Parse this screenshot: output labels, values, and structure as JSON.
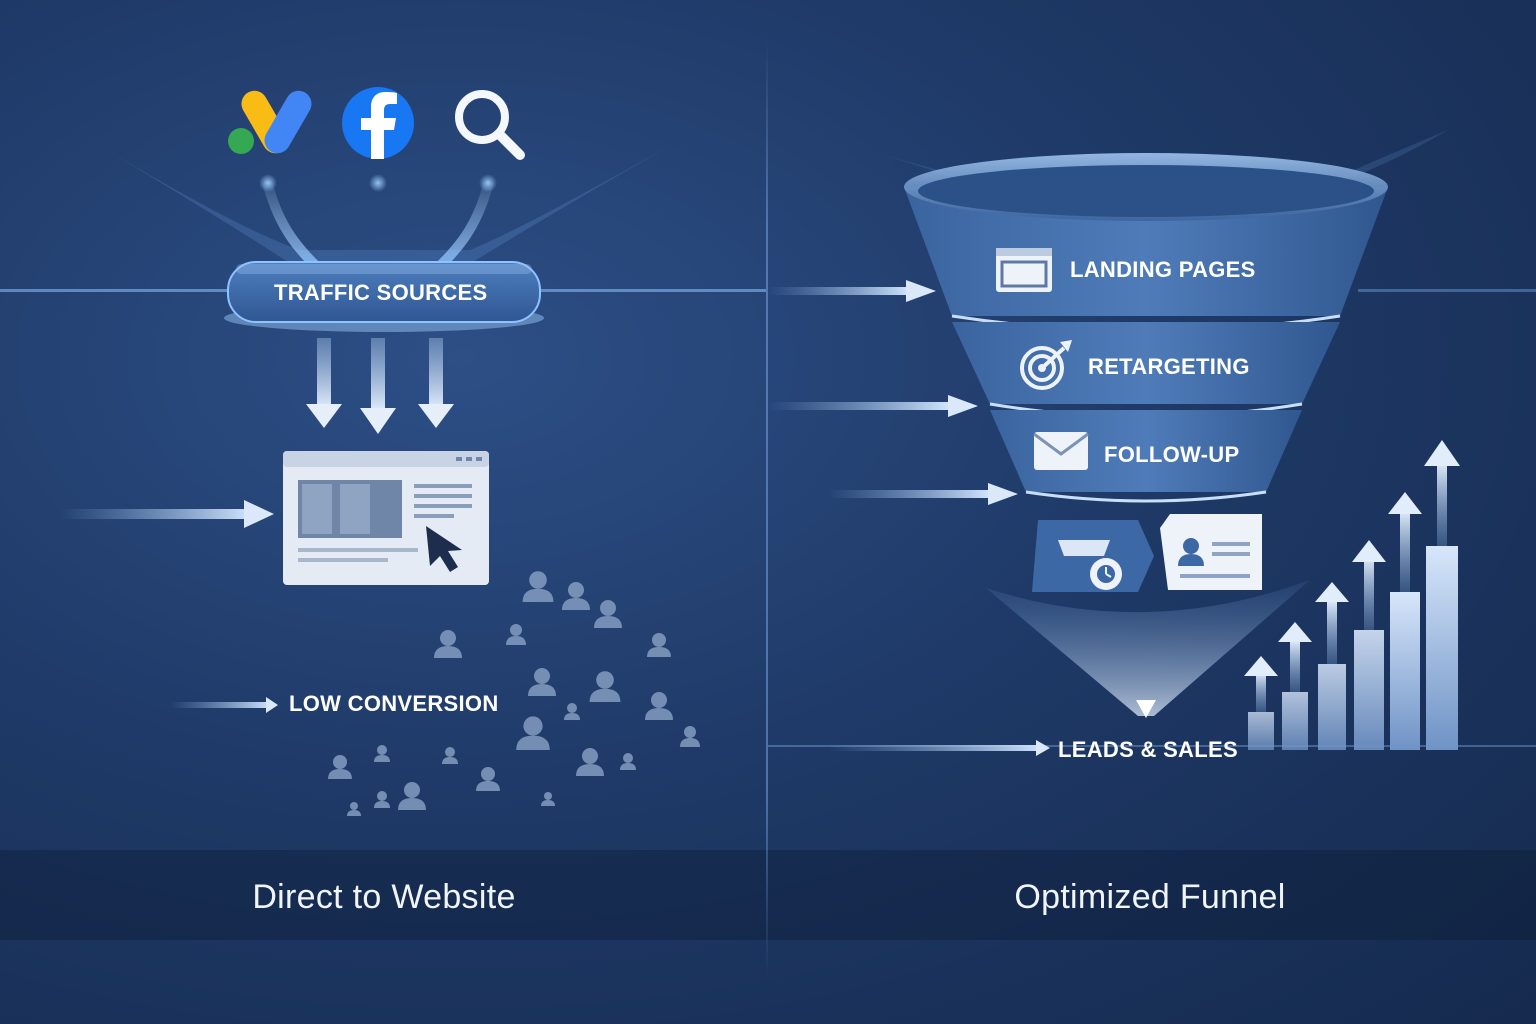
{
  "left": {
    "caption": "Direct to Website",
    "traffic_label": "TRAFFIC SOURCES",
    "conversion_label": "LOW CONVERSION",
    "sources": [
      "google-ads-icon",
      "facebook-icon",
      "search-icon"
    ]
  },
  "right": {
    "caption": "Optimized Funnel",
    "stages": [
      {
        "label": "LANDING PAGES",
        "icon": "landing-page-icon"
      },
      {
        "label": "RETARGETING",
        "icon": "target-icon"
      },
      {
        "label": "FOLLOW-UP",
        "icon": "envelope-icon"
      }
    ],
    "result_label": "LEADS & SALES"
  },
  "colors": {
    "background": "#1f3a68",
    "glow": "#7fb6ff",
    "funnel": "#3f6aa6"
  }
}
